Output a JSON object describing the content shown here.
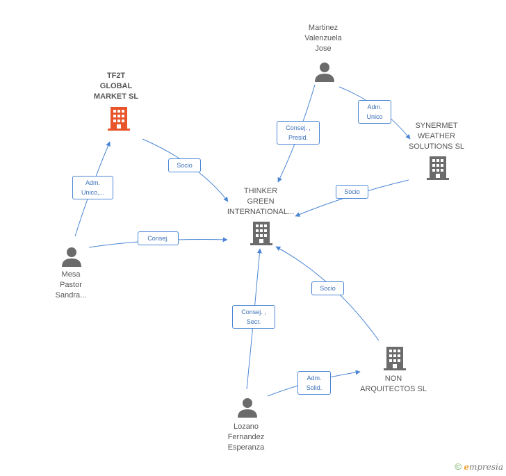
{
  "colors": {
    "edge": "#4a86d4",
    "icon": "#6b6b6b",
    "highlight": "#e8552a"
  },
  "nodes": {
    "tf2t": {
      "label": "TF2T\nGLOBAL\nMARKET SL",
      "type": "company",
      "highlight": true
    },
    "thinker": {
      "label": "THINKER\nGREEN\nINTERNATIONAL...",
      "type": "company"
    },
    "synermet": {
      "label": "SYNERMET\nWEATHER\nSOLUTIONS SL",
      "type": "company"
    },
    "non": {
      "label": "NON\nARQUITECTOS SL",
      "type": "company"
    },
    "martinez": {
      "label": "Martinez\nValenzuela\nJose",
      "type": "person"
    },
    "mesa": {
      "label": "Mesa\nPastor\nSandra...",
      "type": "person"
    },
    "lozano": {
      "label": "Lozano\nFernandez\nEsperanza",
      "type": "person"
    }
  },
  "edges": [
    {
      "id": "e1",
      "label": "Socio"
    },
    {
      "id": "e2",
      "label": "Adm.\nUnico,..."
    },
    {
      "id": "e3",
      "label": "Consej."
    },
    {
      "id": "e4",
      "label": "Consej. ,\nPresid."
    },
    {
      "id": "e5",
      "label": "Adm.\nUnico"
    },
    {
      "id": "e6",
      "label": "Socio"
    },
    {
      "id": "e7",
      "label": "Socio"
    },
    {
      "id": "e8",
      "label": "Consej. ,\nSecr."
    },
    {
      "id": "e9",
      "label": "Adm.\nSolid."
    }
  ],
  "footer": {
    "copyright": "©",
    "brand_initial": "e",
    "brand_rest": "mpresia"
  }
}
